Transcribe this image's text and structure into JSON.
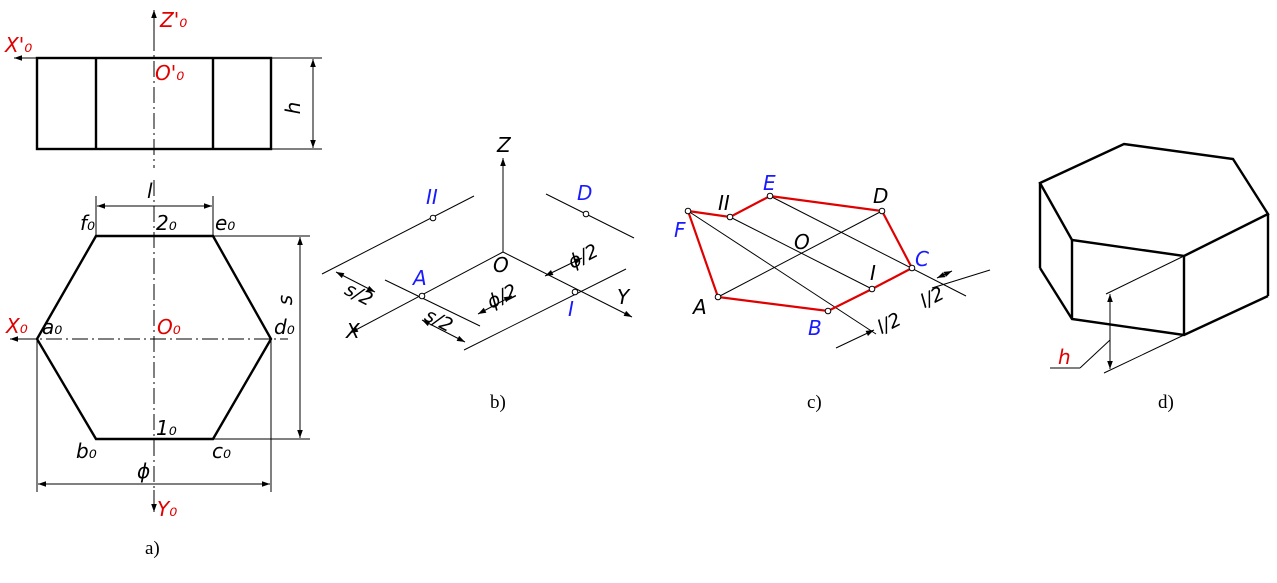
{
  "colors": {
    "line": "#000000",
    "axis_label": "#e00000",
    "point_label": "#1a1aff",
    "outline": "#e00000"
  },
  "fig_a": {
    "caption": "a)",
    "z_axis": "Z'₀",
    "x_axis_front": "X'₀",
    "origin_front": "O'₀",
    "x_axis_top": "X₀",
    "y_axis_top": "Y₀",
    "origin_top": "O₀",
    "dim_h": "h",
    "dim_l": "l",
    "dim_s": "s",
    "dim_phi": "ϕ",
    "vertices": {
      "a": "a₀",
      "b": "b₀",
      "c": "c₀",
      "d": "d₀",
      "e": "e₀",
      "f": "f₀"
    },
    "point_1": "1₀",
    "point_2": "2₀"
  },
  "fig_b": {
    "caption": "b)",
    "axis_z": "Z",
    "axis_x": "X",
    "axis_y": "Y",
    "origin": "O",
    "point_A": "A",
    "point_D": "D",
    "point_I": "I",
    "point_II": "II",
    "dim_s2_upper": "s/2",
    "dim_s2_lower": "s/2",
    "dim_phi2_upper": "ϕ/2",
    "dim_phi2_lower": "ϕ/2"
  },
  "fig_c": {
    "caption": "c)",
    "origin": "O",
    "point_A": "A",
    "point_B": "B",
    "point_C": "C",
    "point_D": "D",
    "point_E": "E",
    "point_F": "F",
    "point_I": "I",
    "point_II": "II",
    "dim_l2_upper": "l/2",
    "dim_l2_lower": "l/2"
  },
  "fig_d": {
    "caption": "d)",
    "dim_h": "h"
  }
}
